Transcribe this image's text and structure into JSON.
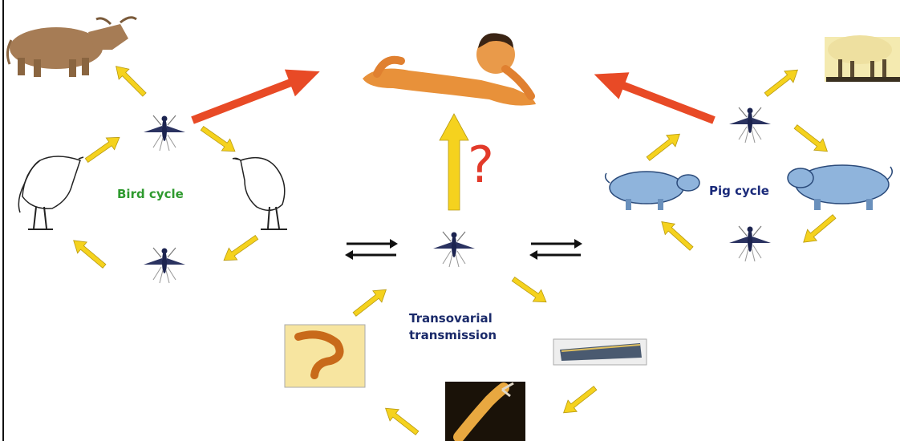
{
  "labels": {
    "bird_cycle": "Bird cycle",
    "pig_cycle": "Pig cycle",
    "transovarial_line1": "Transovarial",
    "transovarial_line2": "transmission",
    "question_mark": "?"
  },
  "colors": {
    "cycle_arrow": "#f5d21e",
    "human_arrow": "#e84a26",
    "bird_label": "#2e9a2e",
    "pig_label": "#1a2a7a",
    "mosquito": "#1c2450"
  }
}
